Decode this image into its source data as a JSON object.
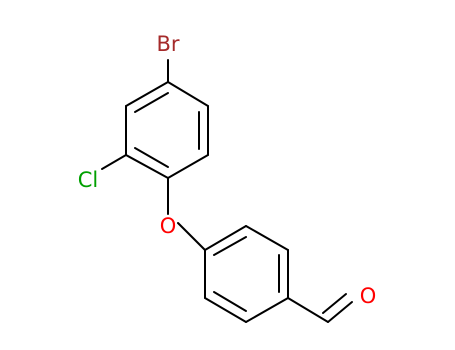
{
  "molecule": {
    "atoms": {
      "bromine": {
        "label": "Br",
        "color": "#a52a2a"
      },
      "chlorine": {
        "label": "Cl",
        "color": "#00a000"
      },
      "ether_oxygen": {
        "label": "O",
        "color": "#ff0000"
      },
      "carbonyl_oxygen": {
        "label": "O",
        "color": "#ff0000"
      }
    },
    "bond_color": "#000000"
  }
}
